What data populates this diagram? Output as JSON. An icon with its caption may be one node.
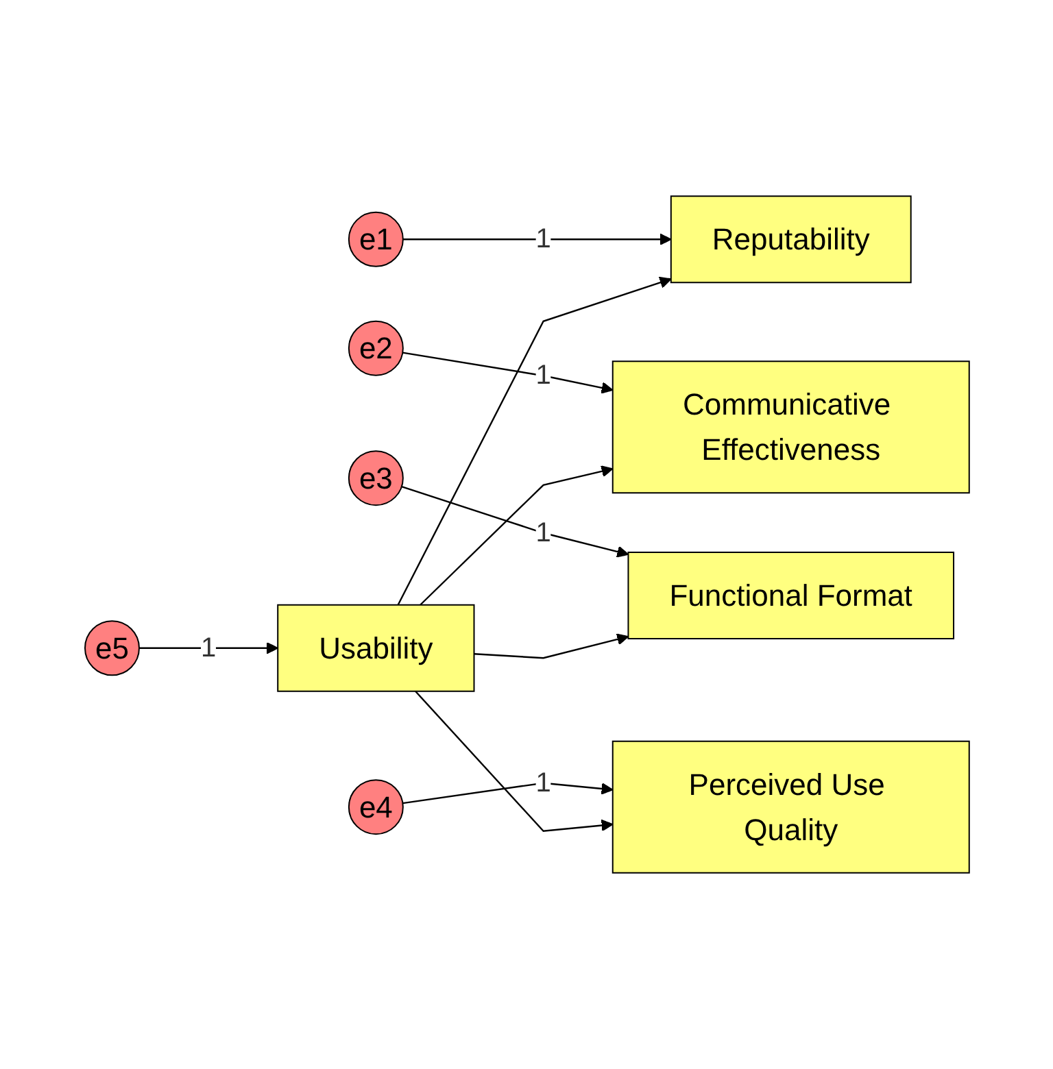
{
  "diagram": {
    "nodes": [
      {
        "text": [
          "e1"
        ]
      },
      {
        "text": [
          "Reputability"
        ]
      },
      {
        "text": [
          "e2"
        ]
      },
      {
        "text": [
          "Communicative Effectiveness"
        ]
      },
      {
        "text": [
          "e3"
        ]
      },
      {
        "text": [
          "Functional Format"
        ]
      },
      {
        "text": [
          "e4"
        ]
      },
      {
        "text": [
          "Perceived Use Quality"
        ]
      },
      {
        "text": [
          "e5"
        ]
      },
      {
        "text": [
          "Usability"
        ]
      }
    ],
    "edges": [
      {
        "from": 0,
        "to": 1,
        "arrow": "to",
        "label": "1"
      },
      {
        "from": 2,
        "to": 3,
        "arrow": "to",
        "label": "1"
      },
      {
        "from": 4,
        "to": 5,
        "arrow": "to",
        "label": "1"
      },
      {
        "from": 6,
        "to": 7,
        "arrow": "to",
        "label": "1"
      },
      {
        "from": 8,
        "to": 9,
        "arrow": "to",
        "label": "1"
      },
      {
        "from": 9,
        "to": 1,
        "arrow": "to"
      },
      {
        "from": 9,
        "to": 3,
        "arrow": "to"
      },
      {
        "from": 9,
        "to": 5,
        "arrow": "to"
      },
      {
        "from": 9,
        "to": 7,
        "arrow": "to"
      }
    ]
  }
}
